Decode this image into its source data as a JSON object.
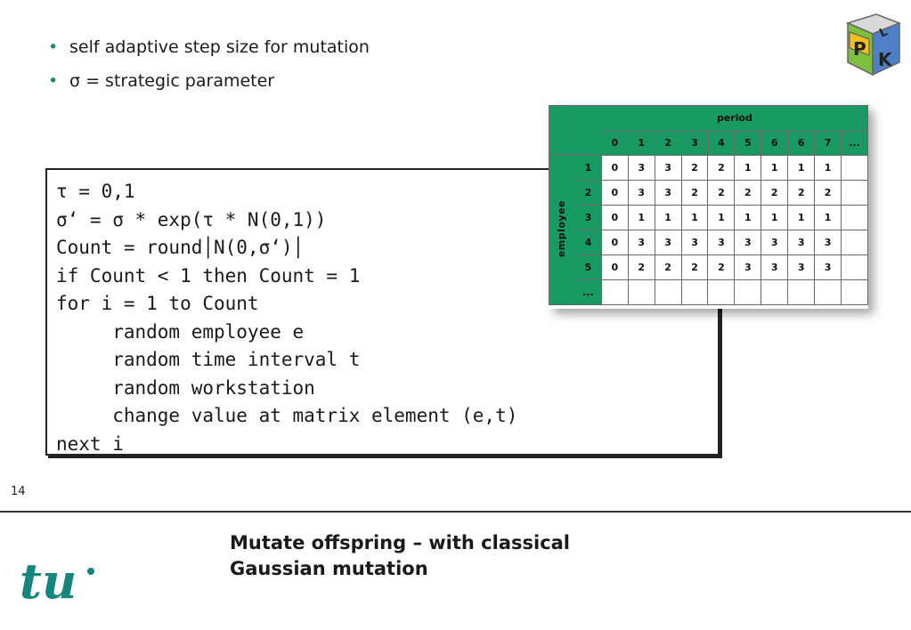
{
  "bullets": [
    "self adaptive step size for mutation",
    "σ = strategic  parameter"
  ],
  "bullet_glyph": "•",
  "logo_letters": [
    "P",
    "K",
    "L"
  ],
  "code_lines": [
    "τ = 0,1",
    "σ‘ = σ * exp(τ * N(0,1))",
    "Count = round│N(0,σ‘)│",
    "if Count < 1 then Count = 1",
    "for i = 1 to Count",
    "     random employee e",
    "     random time interval t",
    "     random workstation",
    "     change value at matrix element (e,t)",
    "next i"
  ],
  "matrix": {
    "period_label": "period",
    "employee_label": "employee",
    "period_headers": [
      "0",
      "1",
      "2",
      "3",
      "4",
      "5",
      "6",
      "6",
      "7",
      "..."
    ],
    "rows": [
      {
        "employee": "1",
        "values": [
          "0",
          "3",
          "3",
          "2",
          "2",
          "1",
          "1",
          "1",
          "1",
          ""
        ]
      },
      {
        "employee": "2",
        "values": [
          "0",
          "3",
          "3",
          "2",
          "2",
          "2",
          "2",
          "2",
          "2",
          ""
        ]
      },
      {
        "employee": "3",
        "values": [
          "0",
          "1",
          "1",
          "1",
          "1",
          "1",
          "1",
          "1",
          "1",
          ""
        ]
      },
      {
        "employee": "4",
        "values": [
          "0",
          "3",
          "3",
          "3",
          "3",
          "3",
          "3",
          "3",
          "3",
          ""
        ]
      },
      {
        "employee": "5",
        "values": [
          "0",
          "2",
          "2",
          "2",
          "2",
          "3",
          "3",
          "3",
          "3",
          ""
        ]
      },
      {
        "employee": "...",
        "values": [
          "",
          "",
          "",
          "",
          "",
          "",
          "",
          "",
          "",
          ""
        ]
      }
    ],
    "header_color": "#1a9a63"
  },
  "page_number": "14",
  "footer_title": [
    "Mutate offspring – with classical",
    "Gaussian mutation"
  ],
  "university_logo_text": "tu",
  "colors": {
    "accent": "#1a8a6e",
    "logo_teal": "#16857d"
  }
}
